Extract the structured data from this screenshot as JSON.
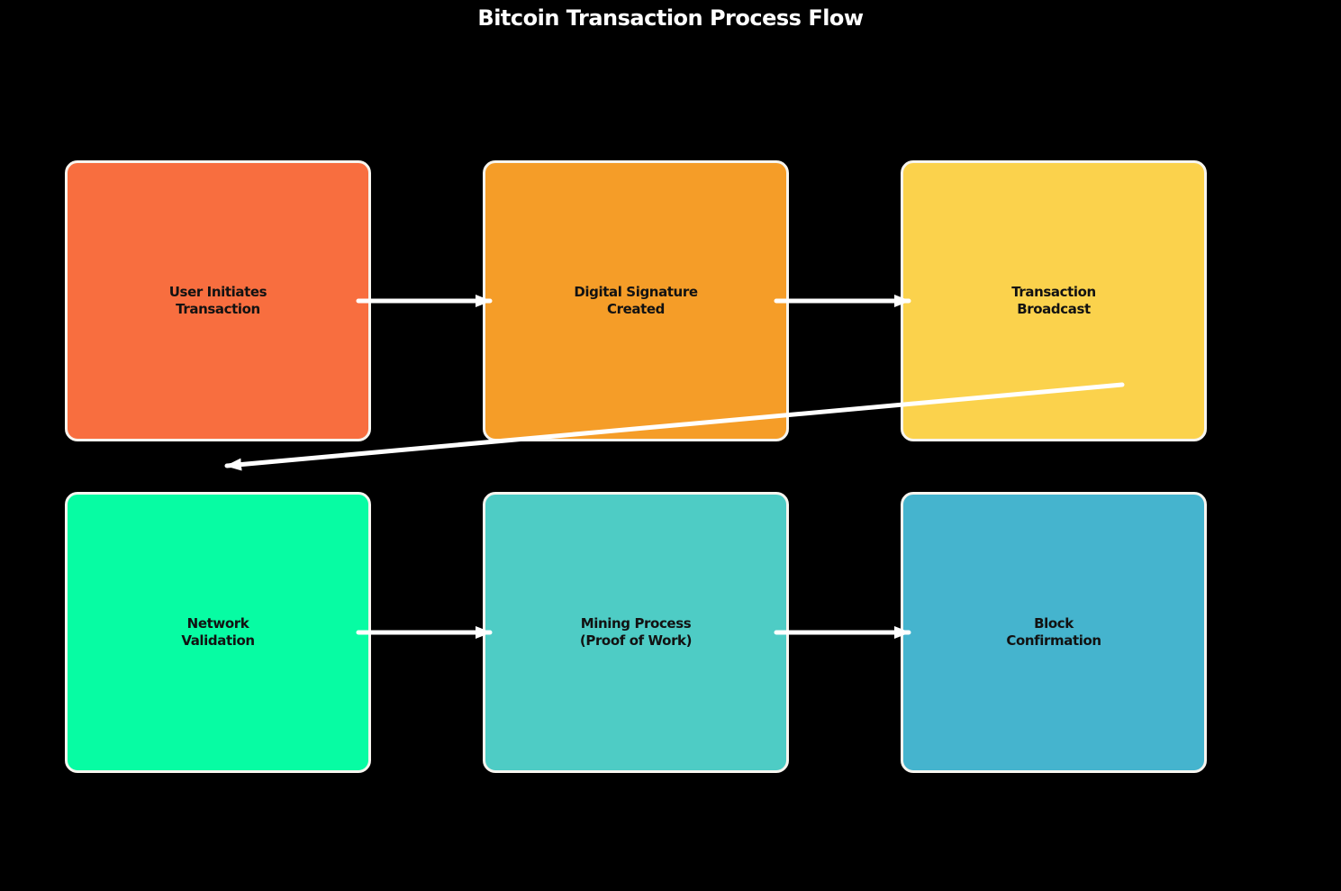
{
  "title": "Bitcoin Transaction Process Flow",
  "colors": {
    "background": "#000000",
    "title_text": "#ffffff",
    "node_border": "#f7f5ef",
    "node_label_text": "#121212",
    "arrow": "#ffffff"
  },
  "nodes": [
    {
      "id": "user-initiates-transaction",
      "label": "User Initiates\nTransaction",
      "color": "#f86e3f"
    },
    {
      "id": "digital-signature-created",
      "label": "Digital Signature\nCreated",
      "color": "#f59d28"
    },
    {
      "id": "transaction-broadcast",
      "label": "Transaction\nBroadcast",
      "color": "#fbd24c"
    },
    {
      "id": "network-validation",
      "label": "Network\nValidation",
      "color": "#07fca3"
    },
    {
      "id": "mining-process",
      "label": "Mining Process\n(Proof of Work)",
      "color": "#4eccc5"
    },
    {
      "id": "block-confirmation",
      "label": "Block\nConfirmation",
      "color": "#45b4ce"
    }
  ],
  "edges": [
    {
      "from": "user-initiates-transaction",
      "to": "digital-signature-created"
    },
    {
      "from": "digital-signature-created",
      "to": "transaction-broadcast"
    },
    {
      "from": "transaction-broadcast",
      "to": "network-validation"
    },
    {
      "from": "network-validation",
      "to": "mining-process"
    },
    {
      "from": "mining-process",
      "to": "block-confirmation"
    }
  ]
}
